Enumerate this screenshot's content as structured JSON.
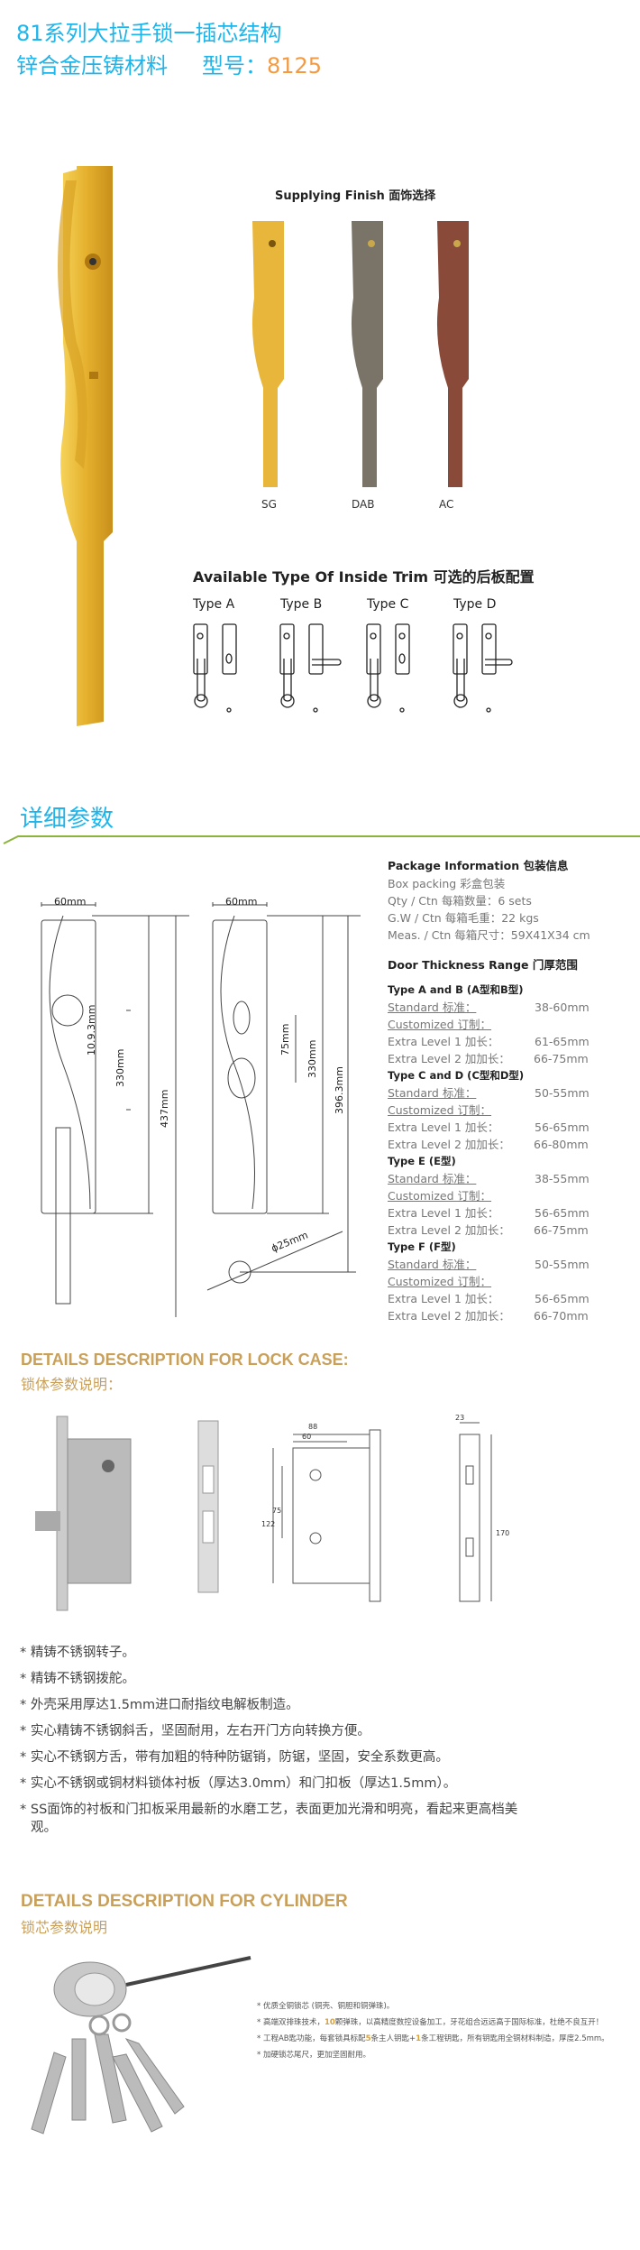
{
  "header": {
    "line1": "81系列大拉手锁一插芯结构",
    "line2_material": "锌合金压铸材料",
    "line2_model_label": "型号：",
    "model": "8125"
  },
  "finish": {
    "title": "Supplying Finish 面饰选择",
    "items": [
      {
        "label": "SG",
        "color": "#e8b63a"
      },
      {
        "label": "DAB",
        "color": "#7a7468"
      },
      {
        "label": "AC",
        "color": "#8a4a3a"
      }
    ]
  },
  "trim": {
    "title": "Available Type Of Inside Trim  可选的后板配置",
    "types": [
      "Type A",
      "Type B",
      "Type C",
      "Type D"
    ]
  },
  "details": {
    "title": "详细参数",
    "dims_left": {
      "width": "60mm",
      "a": "10.9.3mm",
      "b": "330mm",
      "c": "437mm"
    },
    "dims_right": {
      "width": "60mm",
      "a": "75mm",
      "b": "330mm",
      "c": "396.3mm",
      "d": "ϕ25mm"
    }
  },
  "package": {
    "title": "Package  Information 包装信息",
    "lines": [
      "Box packing 彩盒包装",
      "Qty / Ctn 每箱数量：6 sets",
      "G.W / Ctn 每箱毛重：22 kgs",
      "Meas. / Ctn 每箱尺寸：59X41X34 cm"
    ]
  },
  "door": {
    "title": "Door Thickness Range 门厚范围",
    "std": "Standard 标准：",
    "cust": "Customized 订制：",
    "e1": "Extra Level 1 加长：",
    "e2": "Extra Level 2 加加长：",
    "groups": [
      {
        "name": "Type A and B (A型和B型)",
        "std": "38-60mm",
        "e1": "61-65mm",
        "e2": "66-75mm"
      },
      {
        "name": "Type C and D (C型和D型)",
        "std": "50-55mm",
        "e1": "56-65mm",
        "e2": "66-80mm"
      },
      {
        "name": "Type E (E型)",
        "std": "38-55mm",
        "e1": "56-65mm",
        "e2": "66-75mm"
      },
      {
        "name": "Type F (F型)",
        "std": "50-55mm",
        "e1": "56-65mm",
        "e2": "66-70mm"
      }
    ]
  },
  "lockcase": {
    "title_en": "DETAILS DESCRIPTION FOR LOCK CASE:",
    "title_cn": "锁体参数说明：",
    "dims": [
      "88",
      "60",
      "122",
      "75",
      "23",
      "170"
    ],
    "bullets": [
      "* 精铸不锈钢转子。",
      "* 精铸不锈钢拨舵。",
      "* 外壳采用厚达1.5mm进口耐指纹电解板制造。",
      "* 实心精铸不锈钢斜舌，坚固耐用，左右开门方向转换方便。",
      "* 实心不锈钢方舌，带有加粗的特种防锯销，防锯，坚固，安全系数更高。",
      "* 实心不锈钢或铜材料锁体衬板（厚达3.0mm）和门扣板（厚达1.5mm）。",
      "* SS面饰的衬板和门扣板采用最新的水磨工艺，表面更加光滑和明亮，看起来更高档美观。"
    ]
  },
  "cylinder": {
    "title_en": "DETAILS DESCRIPTION FOR CYLINDER",
    "title_cn": "锁芯参数说明",
    "b1": "* 优质全铜锁芯 (铜壳、铜胆和铜弹珠)。",
    "b2a": "* 高端双排珠技术，",
    "b2n": "10",
    "b2b": "颗弹珠，以高精度数控设备加工，牙花组合远远高于国际标准，杜绝不良互开！",
    "b3a": "* 工程AB匙功能，每套锁具标配",
    "b3n1": "5",
    "b3b": "条主人钥匙+",
    "b3n2": "1",
    "b3c": "条工程钥匙，所有钥匙用全铜材料制造，厚度2.5mm。",
    "b4": "* 加硬锁芯尾尺，更加坚固耐用。"
  }
}
